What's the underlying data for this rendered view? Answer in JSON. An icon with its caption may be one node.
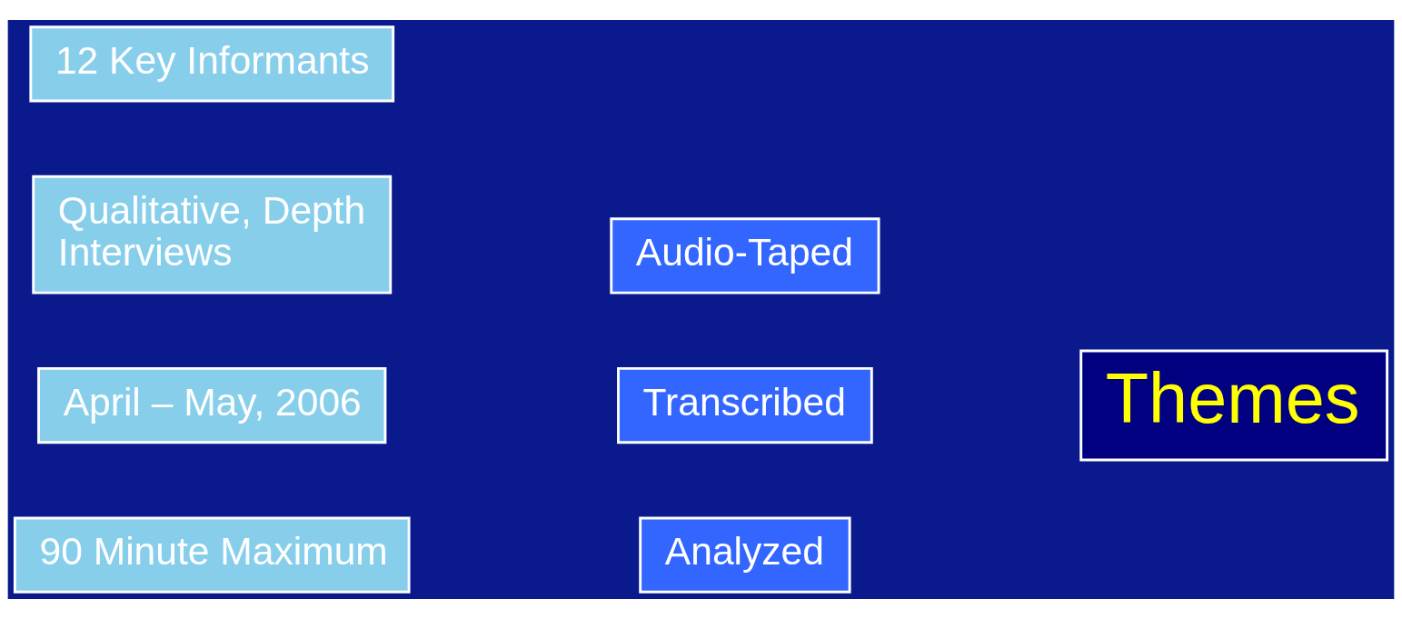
{
  "diagram": {
    "nodes": [
      {
        "text": [
          "12 Key Informants"
        ]
      },
      {
        "text": [
          "Qualitative, Depth Interviews"
        ]
      },
      {
        "text": [
          "April – May, 2006"
        ]
      },
      {
        "text": [
          "90 Minute Maximum"
        ]
      },
      {
        "text": [
          "Audio-Taped"
        ]
      },
      {
        "text": [
          "Transcribed"
        ]
      },
      {
        "text": [
          "Analyzed"
        ]
      },
      {
        "text": [
          "Themes"
        ]
      }
    ],
    "edges": []
  }
}
